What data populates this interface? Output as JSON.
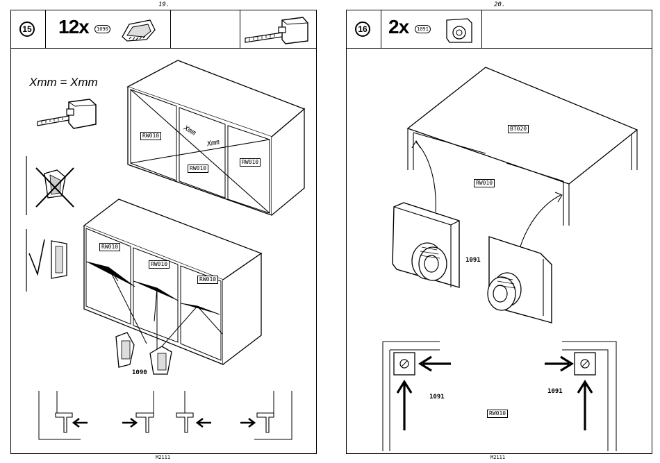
{
  "left_page": {
    "page_number": "19.",
    "step": "15",
    "quantity": "12x",
    "part_code": "1090",
    "formula": "Xmm = Xmm",
    "cabinet_top": {
      "tags": [
        "RW010",
        "RW010",
        "RW010"
      ],
      "diagonal_labels": [
        "Xmm",
        "Xmm"
      ]
    },
    "cabinet_bottom": {
      "tags": [
        "RW010",
        "RW010",
        "RW010"
      ]
    },
    "part_label": "1090",
    "footer": "M2111"
  },
  "right_page": {
    "page_number": "20.",
    "step": "16",
    "quantity": "2x",
    "part_code": "1091",
    "tags": [
      "BT020",
      "RW010",
      "RW010"
    ],
    "part_labels": [
      "1091",
      "1091",
      "1091"
    ],
    "footer": "M2111"
  },
  "icons": [
    "tape-measure-icon",
    "hinge-clip-icon",
    "door-stop-icon",
    "check-mark-icon",
    "cross-mark-icon",
    "arrow-icon"
  ]
}
